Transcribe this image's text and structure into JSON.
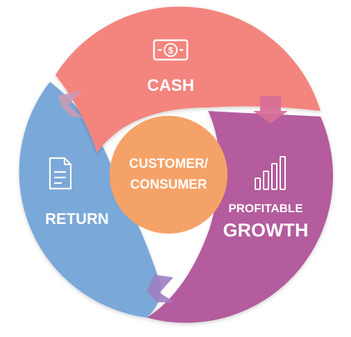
{
  "diagram": {
    "segments": [
      {
        "id": "cash",
        "label": "CASH",
        "color": "#F4847E",
        "icon": "banknote-icon"
      },
      {
        "id": "growth",
        "label_top": "PROFITABLE",
        "label_bottom": "GROWTH",
        "color": "#B45B9D",
        "icon": "bar-chart-icon"
      },
      {
        "id": "return",
        "label": "RETURN",
        "color": "#7AA8D8",
        "icon": "document-icon"
      }
    ],
    "center": {
      "line1": "CUSTOMER/",
      "line2": "CONSUMER",
      "color": "#F5A268"
    },
    "icon_glyph_cash": "$"
  }
}
